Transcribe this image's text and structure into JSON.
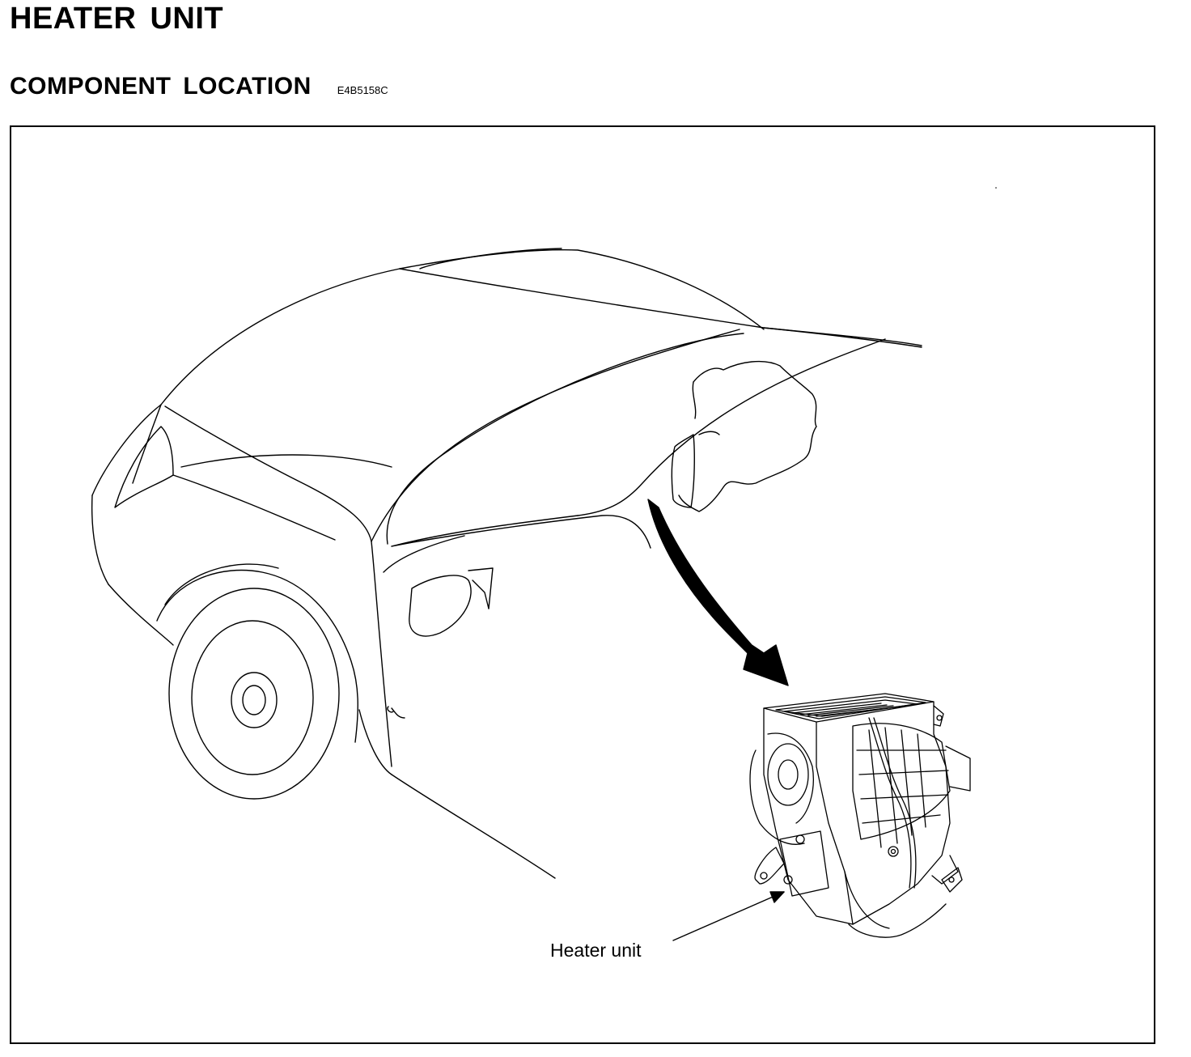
{
  "header": {
    "title": "HEATER UNIT",
    "section_title": "COMPONENT LOCATION",
    "doc_code": "E4B5158C"
  },
  "figure": {
    "callout_label": "Heater unit",
    "icons": [
      "car-outline-illustration",
      "heater-unit-illustration",
      "curved-pointer-arrow",
      "leader-arrow"
    ]
  }
}
